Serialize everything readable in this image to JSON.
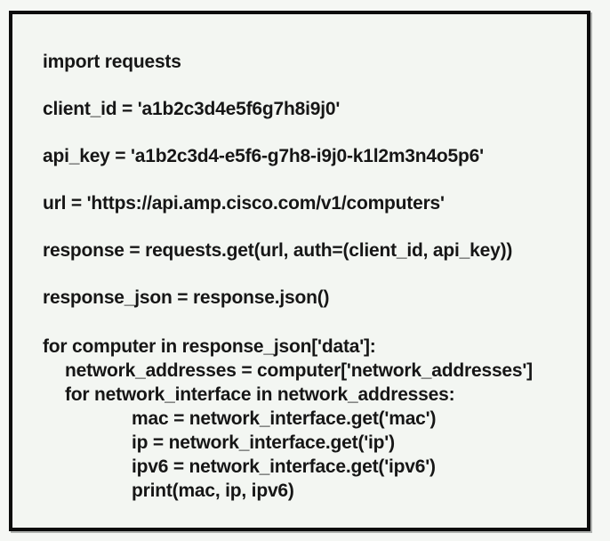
{
  "colors": {
    "page_bg": "#f5f7f4",
    "panel_bg": "#f3f6f2",
    "border": "#0c0c0c",
    "text": "#161616"
  },
  "code_panel": {
    "lines": [
      {
        "text": "import requests",
        "indent": 0,
        "spaced": true
      },
      {
        "text": "client_id = 'a1b2c3d4e5f6g7h8i9j0'",
        "indent": 0,
        "spaced": true
      },
      {
        "text": "api_key = 'a1b2c3d4-e5f6-g7h8-i9j0-k1l2m3n4o5p6'",
        "indent": 0,
        "spaced": true
      },
      {
        "text": "url = 'https://api.amp.cisco.com/v1/computers'",
        "indent": 0,
        "spaced": true
      },
      {
        "text": "response = requests.get(url, auth=(client_id, api_key))",
        "indent": 0,
        "spaced": true
      },
      {
        "text": "response_json = response.json()",
        "indent": 0,
        "spaced": true
      },
      {
        "text": "for computer in response_json['data']:",
        "indent": 0,
        "spaced": false
      },
      {
        "text": "network_addresses = computer['network_addresses']",
        "indent": 1,
        "spaced": false
      },
      {
        "text": "for network_interface in network_addresses:",
        "indent": 1,
        "spaced": false
      },
      {
        "text": "mac = network_interface.get('mac')",
        "indent": 2,
        "spaced": false
      },
      {
        "text": "ip = network_interface.get('ip')",
        "indent": 2,
        "spaced": false
      },
      {
        "text": "ipv6 = network_interface.get('ipv6')",
        "indent": 2,
        "spaced": false
      },
      {
        "text": "print(mac, ip, ipv6)",
        "indent": 2,
        "spaced": false
      }
    ]
  }
}
